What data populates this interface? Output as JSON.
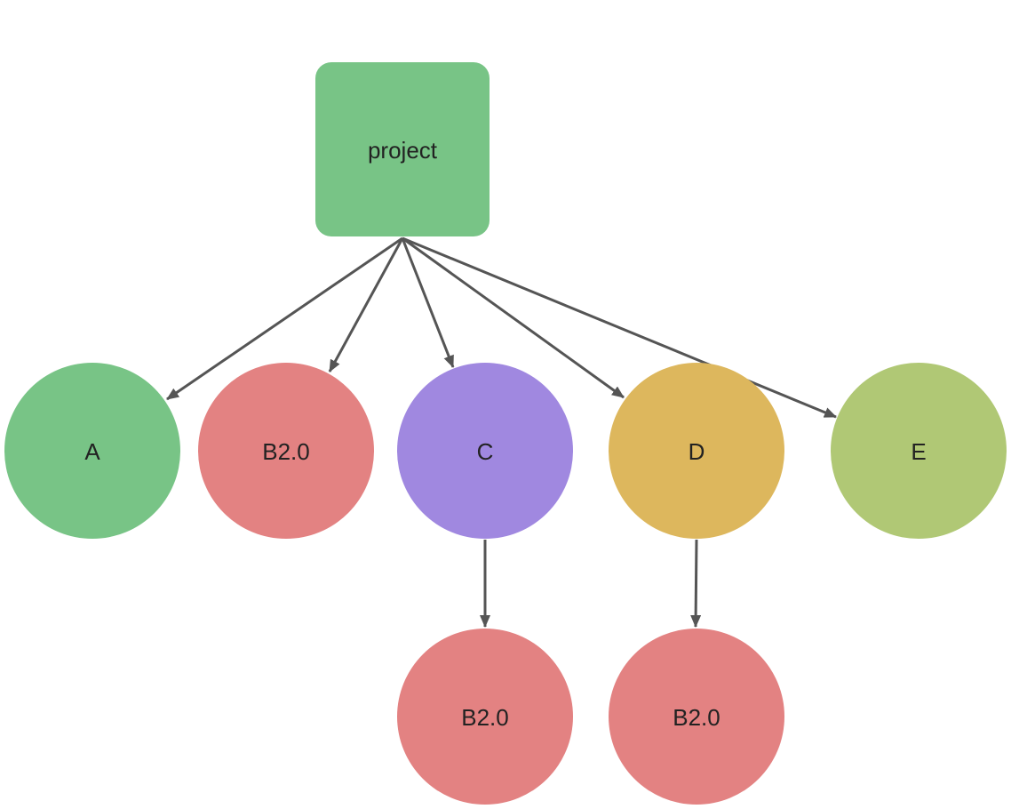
{
  "diagram": {
    "edge_color": "#555555",
    "nodes": [
      {
        "id": "project",
        "label": "project",
        "shape": "rounded-square",
        "color": "#78c486"
      },
      {
        "id": "a",
        "label": "A",
        "shape": "circle",
        "color": "#78c486"
      },
      {
        "id": "b1",
        "label": "B2.0",
        "shape": "circle",
        "color": "#e38282"
      },
      {
        "id": "c",
        "label": "C",
        "shape": "circle",
        "color": "#a088e0"
      },
      {
        "id": "d",
        "label": "D",
        "shape": "circle",
        "color": "#ddb75d"
      },
      {
        "id": "e",
        "label": "E",
        "shape": "circle",
        "color": "#b0c875"
      },
      {
        "id": "b2",
        "label": "B2.0",
        "shape": "circle",
        "color": "#e38282"
      },
      {
        "id": "b3",
        "label": "B2.0",
        "shape": "circle",
        "color": "#e38282"
      }
    ],
    "edges": [
      {
        "from": "project",
        "to": "a"
      },
      {
        "from": "project",
        "to": "b1"
      },
      {
        "from": "project",
        "to": "c"
      },
      {
        "from": "project",
        "to": "d"
      },
      {
        "from": "project",
        "to": "e"
      },
      {
        "from": "c",
        "to": "b2"
      },
      {
        "from": "d",
        "to": "b3"
      }
    ]
  }
}
